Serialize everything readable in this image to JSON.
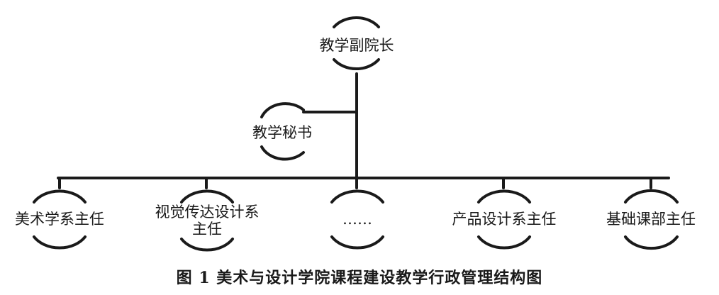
{
  "caption": "图 1  美术与设计学院课程建设教学行政管理结构图",
  "nodes": {
    "vice_dean": "教学副院长",
    "secretary": "教学秘书",
    "art_dept": "美术学系主任",
    "visual_dept_line1": "视觉传达设计系",
    "visual_dept_line2": "主任",
    "ellipsis": "……",
    "product_dept": "产品设计系主任",
    "foundation_dept": "基础课部主任"
  },
  "colors": {
    "line": "#1a1a1a"
  }
}
